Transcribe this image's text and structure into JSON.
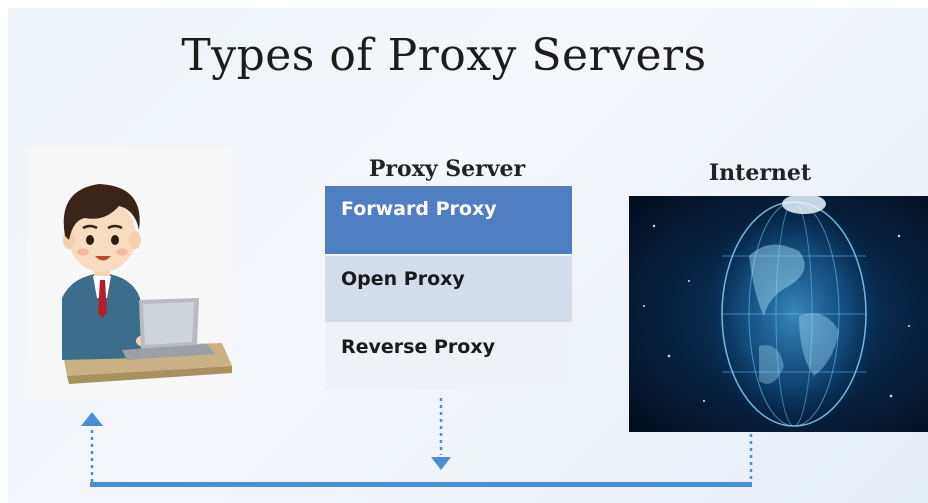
{
  "title": "Types of Proxy Servers",
  "proxy": {
    "label": "Proxy Server",
    "items": [
      "Forward Proxy",
      "Open Proxy",
      "Reverse Proxy"
    ]
  },
  "internet": {
    "label": "Internet"
  },
  "colors": {
    "accent_blue": "#4f7fc0",
    "connector_blue": "#4a8fd6",
    "highlight_item": "#d5ddea"
  }
}
